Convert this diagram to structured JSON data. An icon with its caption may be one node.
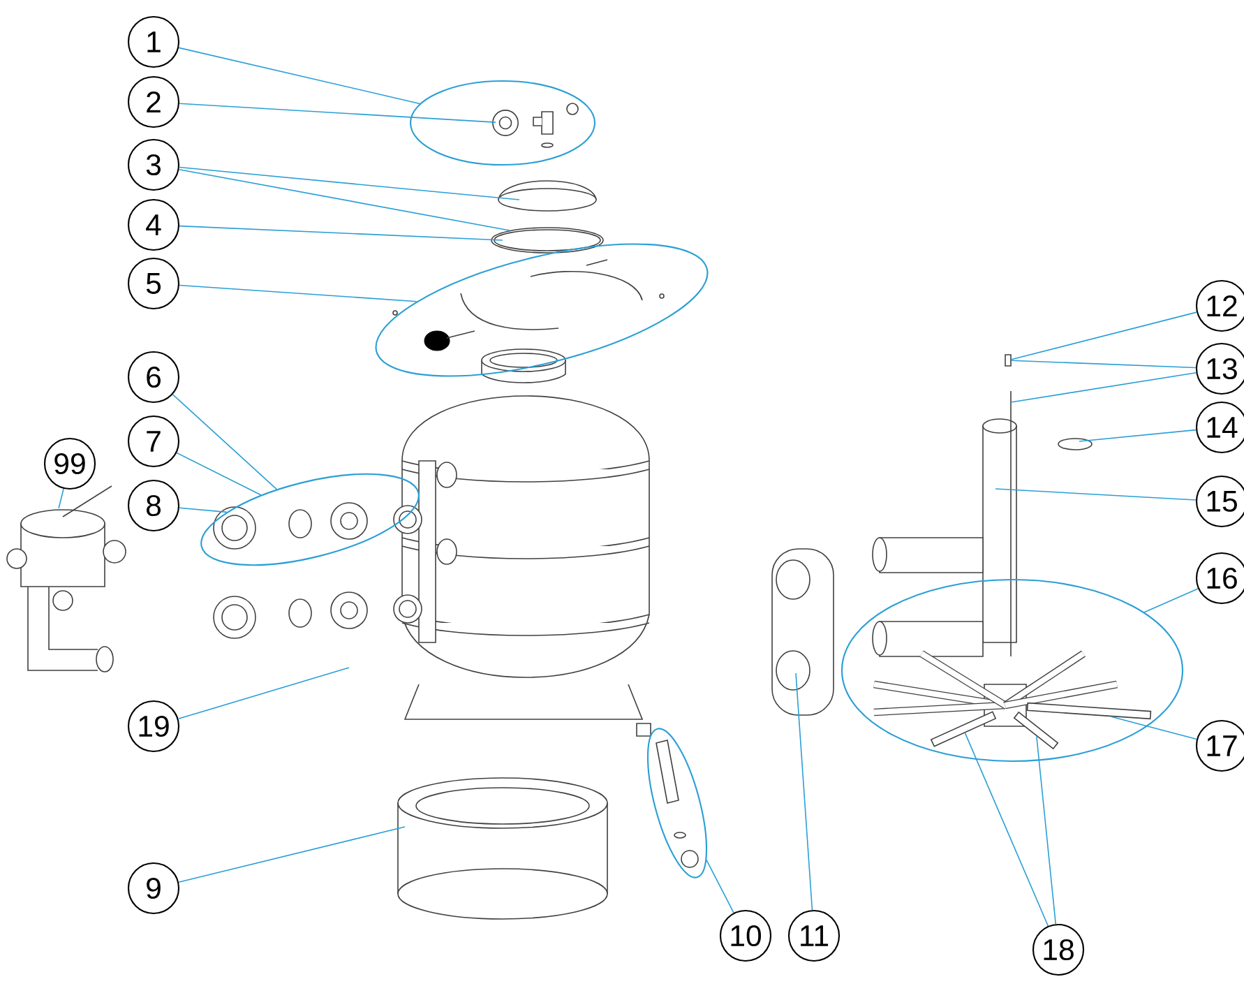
{
  "diagram": {
    "nodes": [
      {
        "text": [
          "1"
        ]
      },
      {
        "text": [
          "2"
        ]
      },
      {
        "text": [
          "3"
        ]
      },
      {
        "text": [
          "4"
        ]
      },
      {
        "text": [
          "5"
        ]
      },
      {
        "text": [
          "6"
        ]
      },
      {
        "text": [
          "7"
        ]
      },
      {
        "text": [
          "8"
        ]
      },
      {
        "text": [
          "99"
        ]
      },
      {
        "text": [
          "19"
        ]
      },
      {
        "text": [
          "9"
        ]
      },
      {
        "text": [
          "10"
        ]
      },
      {
        "text": [
          "11"
        ]
      },
      {
        "text": [
          "12"
        ]
      },
      {
        "text": [
          "13"
        ]
      },
      {
        "text": [
          "14"
        ]
      },
      {
        "text": [
          "15"
        ]
      },
      {
        "text": [
          "16"
        ]
      },
      {
        "text": [
          "17"
        ]
      },
      {
        "text": [
          "18"
        ]
      },
      {
        "text": [],
        "shape": "ellipse"
      },
      {
        "text": [],
        "shape": "ellipse"
      },
      {
        "text": [],
        "shape": "ellipse"
      },
      {
        "text": [],
        "shape": "ellipse"
      },
      {
        "text": [],
        "shape": "ellipse"
      },
      {
        "text": [],
        "shape": "circle",
        "in": 20
      },
      {
        "text": [],
        "shape": "box"
      },
      {
        "text": [],
        "shape": "bar",
        "in": 24
      },
      {
        "text": [],
        "shape": "bar",
        "in": 24
      },
      {
        "text": [],
        "shape": "bar",
        "in": 24
      }
    ],
    "edges": [
      {
        "from": 0,
        "to": 20,
        "arrow": "none"
      },
      {
        "from": 1,
        "to": 25,
        "arrow": "none"
      },
      {
        "from": 2,
        "to": null,
        "arrow": "none"
      },
      {
        "from": 2,
        "to": null,
        "arrow": "none"
      },
      {
        "from": 3,
        "to": null,
        "arrow": "none"
      },
      {
        "from": 4,
        "to": 21,
        "arrow": "none"
      },
      {
        "from": 5,
        "to": 22,
        "arrow": "none"
      },
      {
        "from": 6,
        "to": 22,
        "arrow": "none"
      },
      {
        "from": 7,
        "to": 22,
        "arrow": "none"
      },
      {
        "from": 8,
        "to": null,
        "arrow": "none"
      },
      {
        "from": 9,
        "to": null,
        "arrow": "none"
      },
      {
        "from": 10,
        "to": null,
        "arrow": "none"
      },
      {
        "from": 11,
        "to": 23,
        "arrow": "none"
      },
      {
        "from": 12,
        "to": null,
        "arrow": "none"
      },
      {
        "from": 13,
        "to": 26,
        "arrow": "none"
      },
      {
        "from": 14,
        "to": 26,
        "arrow": "none"
      },
      {
        "from": 14,
        "to": null,
        "arrow": "none"
      },
      {
        "from": 15,
        "to": null,
        "arrow": "none"
      },
      {
        "from": 16,
        "to": null,
        "arrow": "none"
      },
      {
        "from": 17,
        "to": 24,
        "arrow": "none"
      },
      {
        "from": 18,
        "to": 27,
        "arrow": "none"
      },
      {
        "from": 19,
        "to": 28,
        "arrow": "none"
      },
      {
        "from": 19,
        "to": 29,
        "arrow": "none"
      }
    ]
  }
}
